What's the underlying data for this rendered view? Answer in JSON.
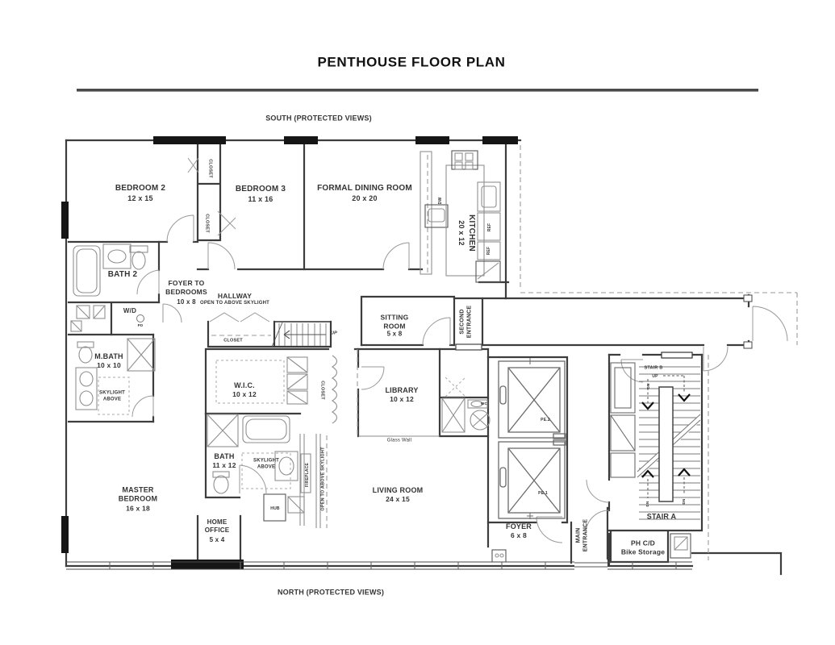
{
  "header": {
    "title": "PENTHOUSE FLOOR PLAN",
    "south": "SOUTH (PROTECTED VIEWS)",
    "north": "NORTH (PROTECTED VIEWS)"
  },
  "rooms": {
    "bedroom2": {
      "name": "BEDROOM 2",
      "dims": "12 x 15"
    },
    "bedroom3": {
      "name": "BEDROOM 3",
      "dims": "11 x 16"
    },
    "dining": {
      "name": "FORMAL DINING ROOM",
      "dims": "20 x 20"
    },
    "kitchen": {
      "name": "KITCHEN",
      "dims": "20 x 12"
    },
    "bath2": {
      "name": "BATH 2"
    },
    "foyer_bedrooms": {
      "line1": "FOYER TO",
      "line2": "BEDROOMS",
      "dims": "10 x 8"
    },
    "hallway": {
      "name": "HALLWAY",
      "note": "OPEN TO ABOVE SKYLIGHT"
    },
    "mbath": {
      "name": "M.BATH",
      "dims": "10 x 10"
    },
    "wic": {
      "name": "W.I.C.",
      "dims": "10 x 12"
    },
    "sitting": {
      "line1": "SITTING",
      "line2": "ROOM",
      "dims": "5 x 8"
    },
    "library": {
      "name": "LIBRARY",
      "dims": "10 x 12"
    },
    "master": {
      "line1": "MASTER",
      "line2": "BEDROOM",
      "dims": "16 x 18"
    },
    "bath": {
      "name": "BATH",
      "dims": "11 x 12"
    },
    "home_office": {
      "line1": "HOME",
      "line2": "OFFICE",
      "dims": "5 x 4"
    },
    "living": {
      "name": "LIVING ROOM",
      "dims": "24 x 15"
    },
    "foyer": {
      "name": "FOYER",
      "dims": "6 x 8"
    },
    "stair_a": {
      "name": "STAIR A"
    },
    "bike_storage": {
      "line1": "PH C/D",
      "line2": "Bike Storage"
    }
  },
  "ann": {
    "second_entrance": {
      "line1": "SECOND",
      "line2": "ENTRANCE"
    },
    "main_entrance": {
      "line1": "MAIN",
      "line2": "ENTRANCE"
    },
    "stair_b": "STAIR B",
    "up": "UP",
    "dn": "DN",
    "closet": "CLOSET",
    "glass_wall": "Glass Wall",
    "skylight": "SKYLIGHT ABOVE",
    "open_sky": "OPEN TO ABOVE SKYLIGHT",
    "fireplace": "FIREPLACE",
    "wd": "W/D",
    "pd": "PD",
    "hub": "HUB",
    "dw": "DW",
    "ref": "REF",
    "wc": "WC",
    "pe2": "PE.2",
    "pe1": "PE.1"
  },
  "palette": {
    "wall": "#3d3d3d",
    "fixture": "#8f8f8f",
    "dash": "#9a9a9a",
    "window": "#161616",
    "text": "#343434"
  }
}
